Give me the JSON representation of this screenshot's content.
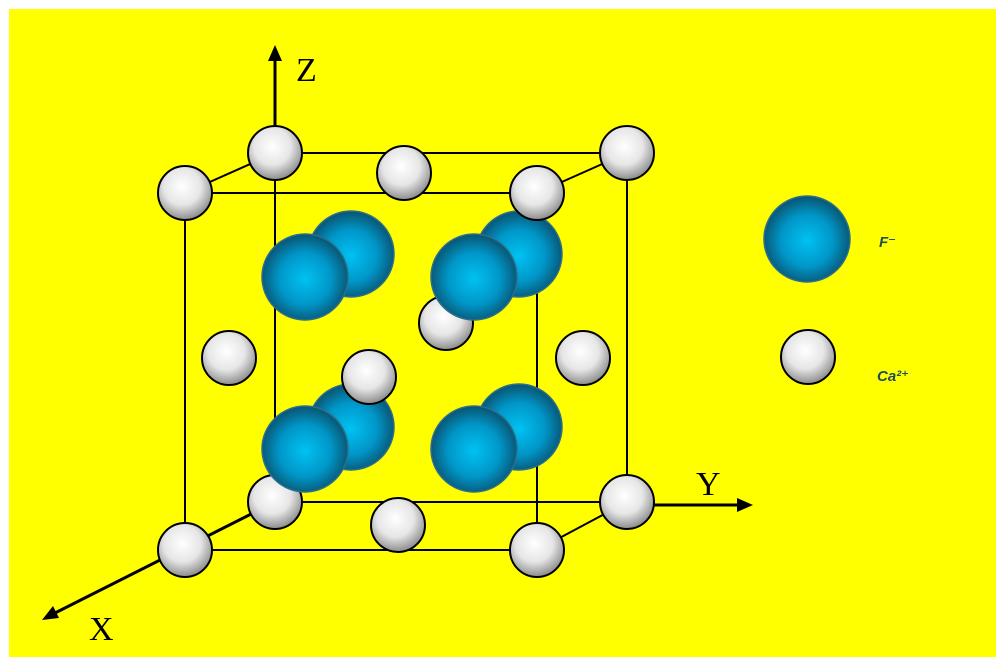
{
  "colors": {
    "background": "#ffff00",
    "fluoride": "#00a6d6",
    "calcium": "#e6e6e6",
    "lines": "#000000",
    "legend_text": "#1f4d5c"
  },
  "axes": {
    "x_label": "X",
    "y_label": "Y",
    "z_label": "Z"
  },
  "legend": {
    "fluoride_label": "F⁻",
    "calcium_label": "Ca²⁺",
    "fluoride_icon": "blue-sphere-icon",
    "calcium_icon": "white-sphere-icon"
  }
}
